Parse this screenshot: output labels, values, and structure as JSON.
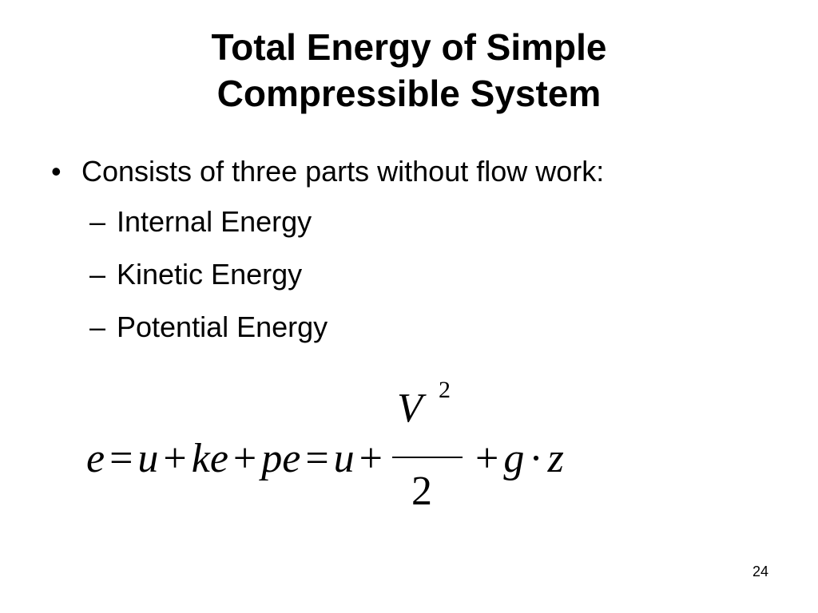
{
  "slide": {
    "title_line1": "Total Energy of Simple",
    "title_line2": "Compressible System",
    "bullet": {
      "marker": "•",
      "text": "Consists of three parts without flow work:",
      "sub_marker": "–",
      "items": [
        "Internal Energy",
        "Kinetic Energy",
        "Potential Energy"
      ]
    },
    "equation": {
      "t1": "e",
      "op1": "=",
      "t2": "u",
      "op2": "+",
      "t3": "ke",
      "op3": "+",
      "t4": "pe",
      "op4": "=",
      "t5": "u",
      "op5": "+",
      "frac_numerator": "V",
      "frac_exponent": "2",
      "frac_denominator": "2",
      "op6": "+",
      "t6": "g",
      "op7": "·",
      "t7": "z"
    },
    "page_number": "24"
  }
}
